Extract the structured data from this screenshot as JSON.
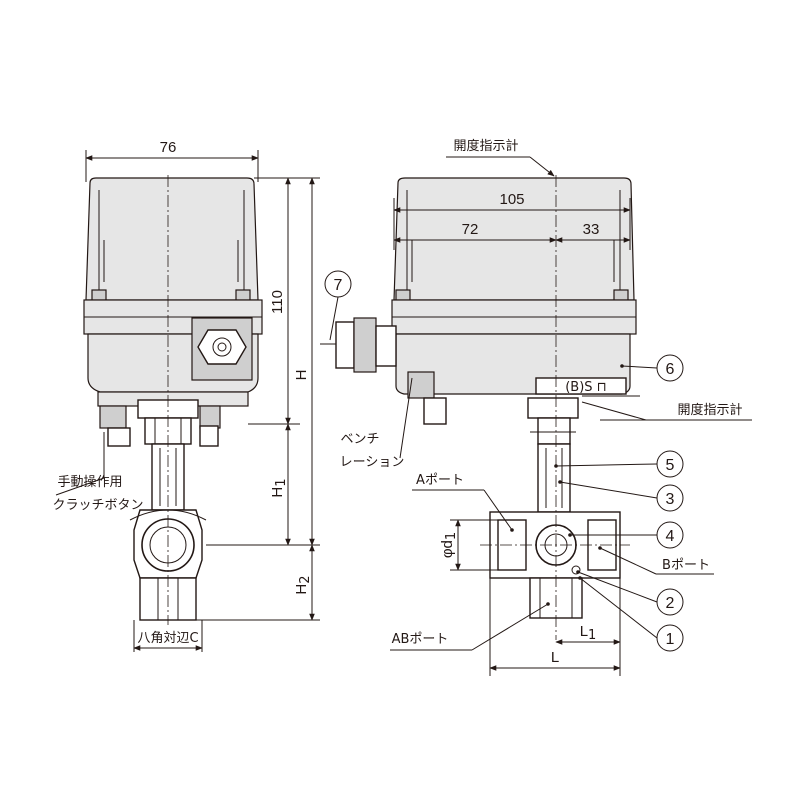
{
  "dimensions": {
    "left_width": "76",
    "total_length": "105",
    "left_part": "72",
    "right_part": "33",
    "height_110": "110",
    "H": "H",
    "H1": "H",
    "H1_sub": "1",
    "H2": "H",
    "H2_sub": "2",
    "L": "L",
    "L1": "L",
    "L1_sub": "1",
    "d1": "φd",
    "d1_sub": "1"
  },
  "labels": {
    "opening_indicator_top": "開度指示計",
    "opening_indicator_right": "開度指示計",
    "manual_clutch_line1": "手動操作用",
    "manual_clutch_line2": "クラッチボタン",
    "octagon": "八角対辺C",
    "vent_line1": "ベンチ",
    "vent_line2": "レーション",
    "port_a": "Aポート",
    "port_b": "Bポート",
    "port_ab": "ABポート",
    "indicator_mark": "(B)S ⊓"
  },
  "callouts": [
    "1",
    "2",
    "3",
    "4",
    "5",
    "6",
    "7"
  ],
  "colors": {
    "line": "#231815",
    "fill_light": "#e6e6e6",
    "fill_mid": "#cfcfcf"
  }
}
